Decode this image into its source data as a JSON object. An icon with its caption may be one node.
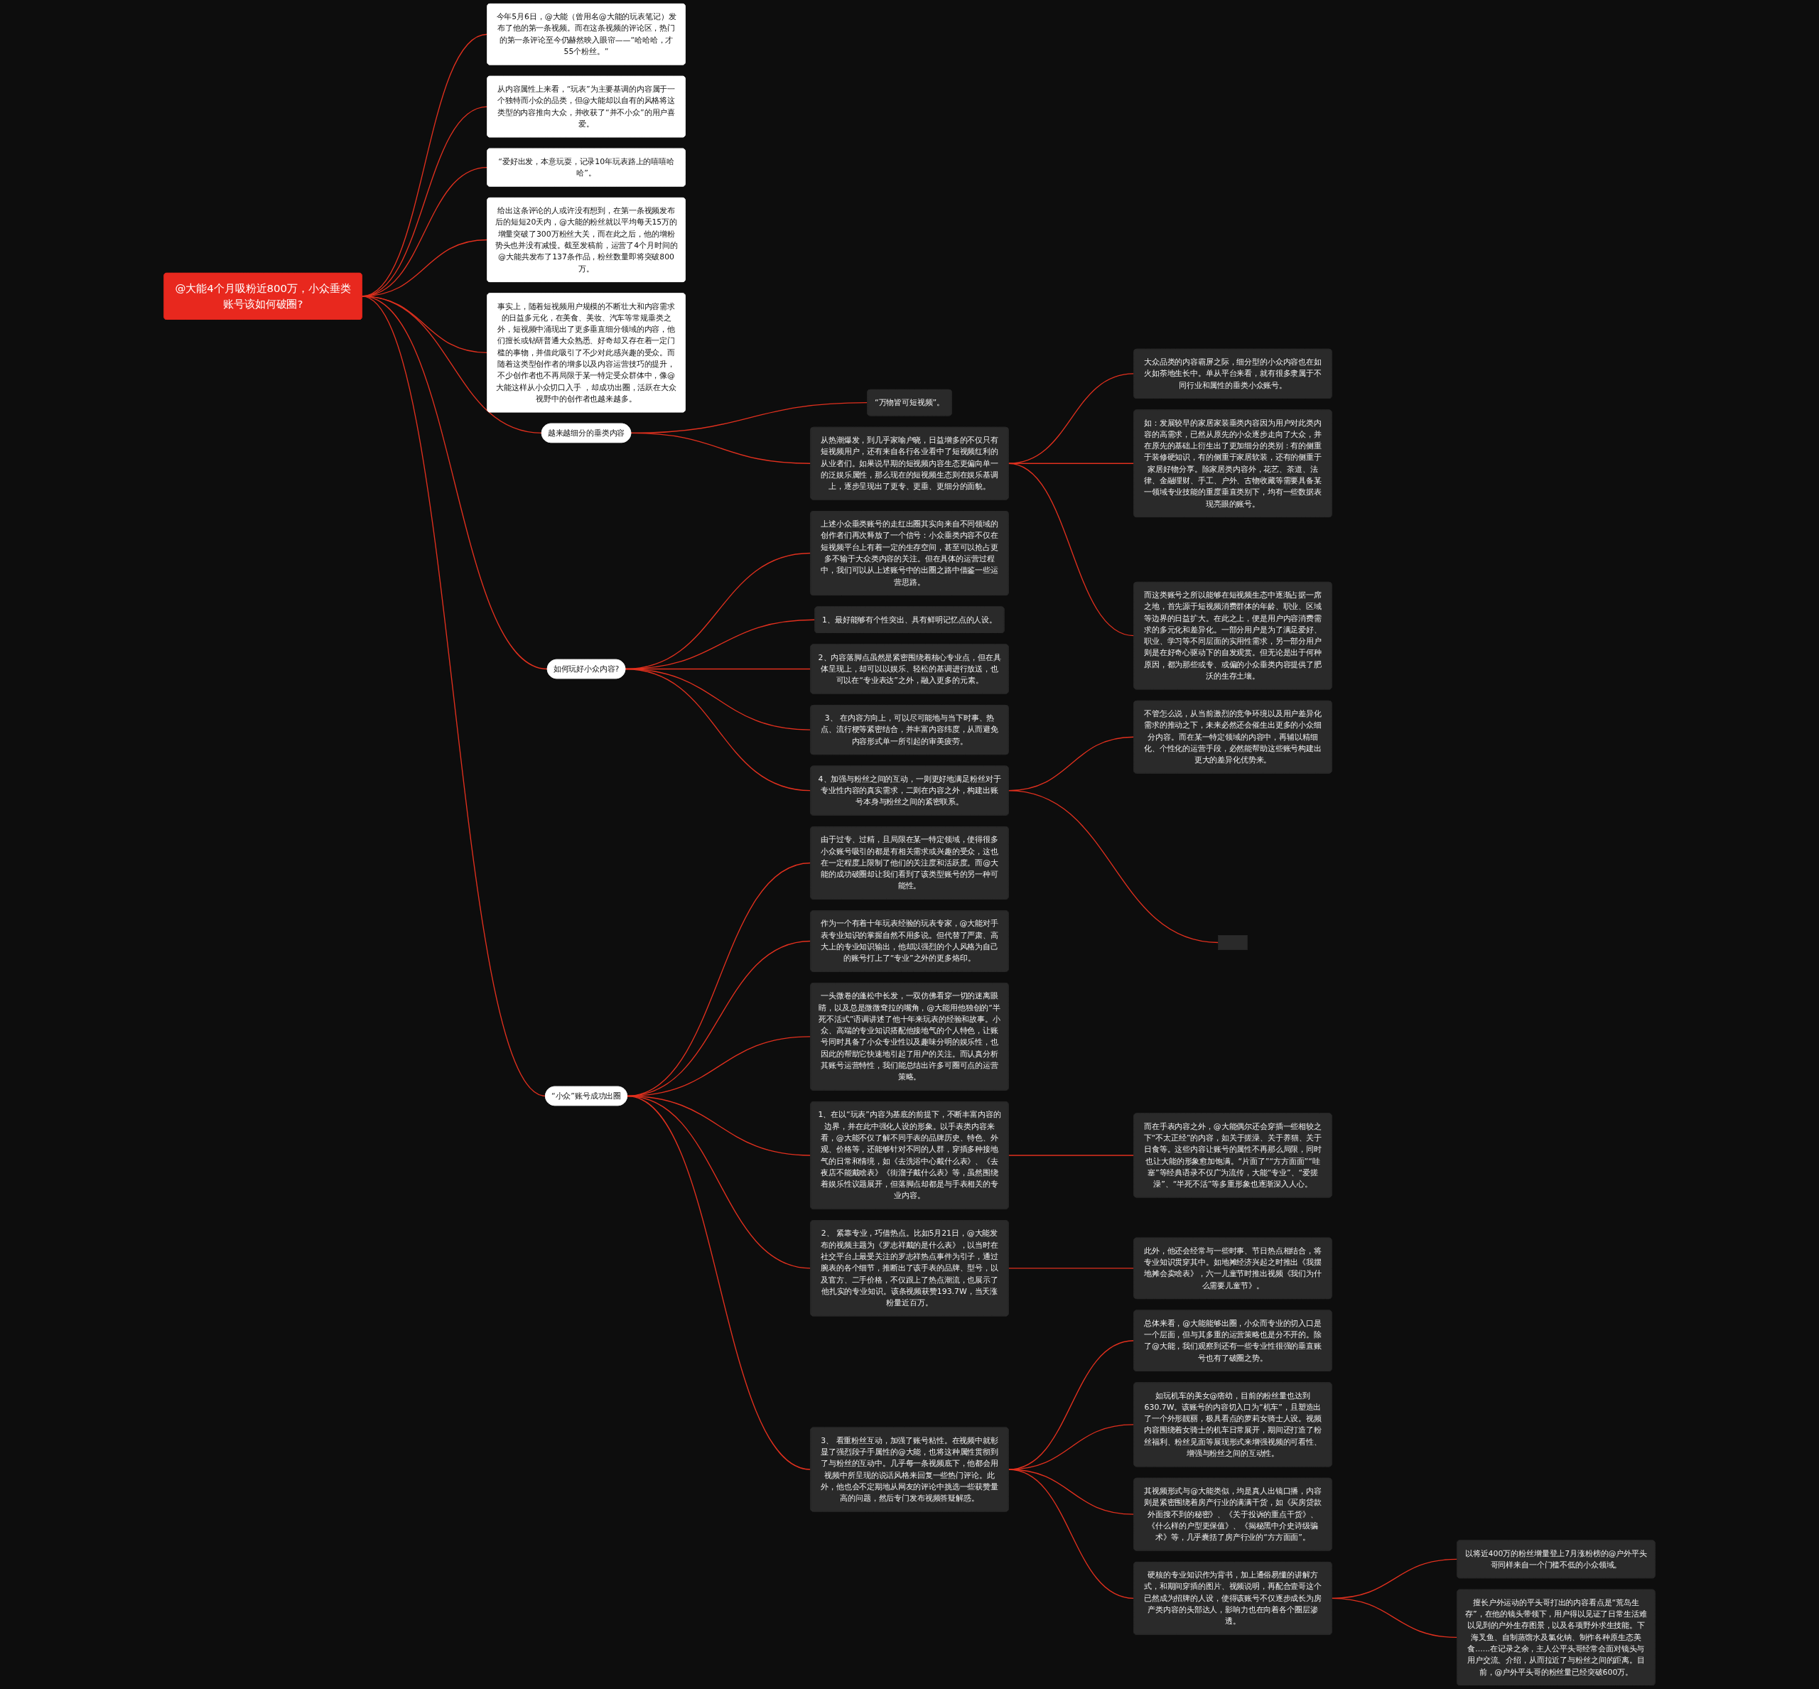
{
  "diagram": {
    "nodes": [
      {
        "text": [
          "@大能4个月吸粉近800万，小众垂类账号该如何破圈?"
        ]
      },
      {
        "text": [
          "今年5月6日，@大能（曾用名@大能的玩表笔记）发布了他的第一条视频。而在这条视频的评论区，热门的第一条评论至今仍赫然映入眼帘——“哈哈哈，才55个粉丝。”"
        ]
      },
      {
        "text": [
          "从内容属性上来看，“玩表”为主要基调的内容属于一个独特而小众的品类，但@大能却以自有的风格将这类型的内容推向大众，并收获了“并不小众”的用户喜爱。"
        ]
      },
      {
        "text": [
          "“爱好出发，本意玩耍，记录10年玩表路上的嘻嘻哈哈”。"
        ]
      },
      {
        "text": [
          "给出这条评论的人或许没有想到，在第一条视频发布后的短短20天内，@大能的粉丝就以平均每天15万的增量突破了300万粉丝大关，而在此之后，他的增粉势头也并没有减慢。截至发稿前，运营了4个月时间的@大能共发布了137条作品，粉丝数量即将突破800万。"
        ]
      },
      {
        "text": [
          "事实上，随着短视频用户规模的不断壮大和内容需求的日益多元化，在美食、美妆、汽车等常规垂类之外，短视频中涌现出了更多垂直细分领域的内容，他们擅长或钻研普通大众熟悉、好奇却又存在着一定门槛的事物，并借此吸引了不少对此感兴趣的受众。而随着这类型创作者的增多以及内容运营技巧的提升，不少创作者也不再局限于某一特定受众群体中，像@大能这样从小众切口入手 ，却成功出圈，活跃在大众视野中的创作者也越来越多。"
        ]
      },
      {
        "text": [
          "越来越细分的垂类内容"
        ]
      },
      {
        "text": [
          "“万物皆可短视频”。"
        ]
      },
      {
        "text": [
          "从热潮爆发，到几乎家喻户晓，日益增多的不仅只有短视频用户，还有来自各行各业看中了短视频红利的从业者们。如果说早期的短视频内容生态更偏向单一的泛娱乐属性，那么现在的短视频生态则在娱乐基调上，逐步呈现出了更专、更垂、更细分的面貌。"
        ]
      },
      {
        "text": [
          "大众品类的内容霸屏之际，细分型的小众内容也在如火如荼地生长中。单从平台来看，就有很多隶属于不同行业和属性的垂类小众账号。"
        ]
      },
      {
        "text": [
          "如：发展较早的家居家装垂类内容因为用户对此类内容的高需求，已然从原先的小众逐步走向了大众，并在原先的基础上衍生出了更加细分的类别：有的侧重于装修硬知识，有的侧重于家居软装，还有的侧重于家居好物分享。除家居类内容外，花艺、茶道、法律、金融理财、手工、户外、古物收藏等需要具备某一领域专业技能的重度垂直类别下，均有一些数据表现亮眼的账号。"
        ]
      },
      {
        "text": [
          "而这类账号之所以能够在短视频生态中逐渐占据一席之地，首先源于短视频消费群体的年龄、职业、区域等边界的日益扩大。在此之上，便是用户内容消费需求的多元化和差异化。一部分用户是为了满足爱好、职业、学习等不同层面的实用性需求，另一部分用户则是在好奇心驱动下的自发观赏。但无论是出于何种原因，都为那些或专、或偏的小众垂类内容提供了肥沃的生存土壤。"
        ]
      },
      {
        "text": [
          "如何玩好小众内容?"
        ]
      },
      {
        "text": [
          "上述小众垂类账号的走红出圈其实向来自不同领域的创作者们再次释放了一个信号：小众垂类内容不仅在短视频平台上有着一定的生存空间，甚至可以抢占更多不输于大众类内容的关注。但在具体的运营过程中，我们可以从上述账号中的出圈之路中借鉴一些运营思路。"
        ]
      },
      {
        "text": [
          "1、最好能够有个性突出、具有鲜明记忆点的人设。"
        ]
      },
      {
        "text": [
          "2、内容落脚点虽然是紧密围绕着核心专业点，但在具体呈现上，却可以以娱乐、轻松的基调进行放送，也可以在“专业表达”之外，融入更多的元素。"
        ]
      },
      {
        "text": [
          "3、 在内容方向上，可以尽可能地与当下时事、热点、流行梗等紧密结合，并丰富内容纬度，从而避免内容形式单一所引起的审美疲劳。"
        ]
      },
      {
        "text": [
          "4、加强与粉丝之间的互动，一则更好地满足粉丝对于专业性内容的真实需求，二则在内容之外，构建出账号本身与粉丝之间的紧密联系。"
        ]
      },
      {
        "text": [
          "不管怎么说，从当前激烈的竞争环境以及用户差异化需求的推动之下，未来必然还会催生出更多的小众细分内容。而在某一特定领域的内容中，再辅以精细化、个性化的运营手段，必然能帮助这些账号构建出更大的差异化优势来。"
        ]
      },
      {
        "text": [],
        "shape": "box"
      },
      {
        "text": [
          "“小众”账号成功出圈"
        ]
      },
      {
        "text": [
          "由于过专、过精，且局限在某一特定领域，使得很多小众账号吸引的都是有相关需求或兴趣的受众，这也在一定程度上限制了他们的关注度和活跃度。而@大能的成功破圈却让我们看到了该类型账号的另一种可能性。"
        ]
      },
      {
        "text": [
          "作为一个有着十年玩表经验的玩表专家，@大能对手表专业知识的掌握自然不用多说。但代替了严肃、高大上的专业知识输出，他却以强烈的个人风格为自己的账号打上了“专业”之外的更多烙印。"
        ]
      },
      {
        "text": [
          "一头微卷的蓬松中长发，一双仿佛看穿一切的迷离眼睛，以及总是微微耷拉的嘴角，@大能用他独创的“半死不活式”语调讲述了他十年来玩表的经验和故事。小众、高端的专业知识搭配他接地气的个人特色，让账号同时具备了小众专业性以及趣味分明的娱乐性，也因此的帮助它快速地引起了用户的关注。而认真分析其账号运营特性，我们能总结出许多可圈可点的运营策略。"
        ]
      },
      {
        "text": [
          "1、在以“玩表”内容为基底的前提下，不断丰富内容的边界，并在此中强化人设的形象。以手表类内容来看，@大能不仅了解不同手表的品牌历史、特色、外观、价格等，还能够针对不同的人群，穿插多种接地气的日常和情境，如《去洗浴中心戴什么表》、《去夜店不能戴啥表》《街溜子戴什么表》等，虽然围绕着娱乐性议题展开，但落脚点却都是与手表相关的专业内容。"
        ]
      },
      {
        "text": [
          "而在手表内容之外，@大能偶尔还会穿插一些相较之下“不太正经”的内容，如关于搓澡、关于养猫、关于日食等。这些内容让账号的属性不再那么局限，同时也让大能的形象愈加饱满。“片面了”“方方面面”“哇塞”等经典语录不仅广为流传，大能“专业”、“爱搓澡”、“半死不活”等多重形象也逐渐深入人心。"
        ]
      },
      {
        "text": [
          "2、 紧靠专业，巧借热点。比如5月21日，@大能发布的视频主题为《罗志祥戴的是什么表》，以当时在社交平台上最受关注的罗志祥热点事件为引子，通过腕表的各个细节，推断出了该手表的品牌、型号，以及官方、二手价格，不仅跟上了热点潮流，也展示了他扎实的专业知识。该条视频获赞193.7W，当天涨粉量近百万。"
        ]
      },
      {
        "text": [
          "此外，他还会经常与一些时事、节日热点相结合，将专业知识贯穿其中。如地摊经济兴起之时推出《我摆地摊会卖啥表》，六一儿童节时推出视频《我们为什么需要儿童节》。"
        ]
      },
      {
        "text": [
          "3、 看重粉丝互动，加强了账号粘性。在视频中就彰显了强烈段子手属性的@大能，也将这种属性贯彻到了与粉丝的互动中。几乎每一条视频底下，他都会用视频中所呈现的说话风格来回复一些热门评论。此外，他也会不定期地从网友的评论中挑选一些获赞量高的问题，然后专门发布视频答疑解惑。"
        ]
      },
      {
        "text": [
          "总体来看，@大能能够出圈，小众而专业的切入口是一个层面，但与其多重的运营策略也是分不开的。除了@大能，我们观察到还有一些专业性很强的垂直账号也有了破圈之势。"
        ]
      },
      {
        "text": [
          "如玩机车的美女@痞幼，目前的粉丝量也达到630.7W。该账号的内容切入口为“机车”，且塑造出了一个外形靓丽，极具看点的萝莉女骑士人设。视频内容围绕着女骑士的机车日常展开，期间还打造了粉丝福利、粉丝见面等展现形式来增强视频的可看性、增强与粉丝之间的互动性。"
        ]
      },
      {
        "text": [
          "其视频形式与@大能类似，均是真人出镜口播，内容则是紧密围绕着房产行业的满满干货，如《买房贷款外面搜不到的秘密》、《关于投诉的重点干货》、《什么样的户型更保值》、《揭秘黑中介史诗级骗术》等，几乎囊括了房产行业的“方方面面”。"
        ]
      },
      {
        "text": [
          "硬核的专业知识作为背书，加上通俗易懂的讲解方式，和期间穿插的图片、视频说明，再配合壹哥这个已然成为招牌的人设，使得该账号不仅逐步成长为房产类内容的头部达人，影响力也在向着各个圈层渗透。"
        ]
      },
      {
        "text": [
          "以将近400万的粉丝增量登上7月涨粉榜的@户外平头哥同样来自一个门槛不低的小众领域。"
        ]
      },
      {
        "text": [
          "擅长户外运动的平头哥打出的内容看点是“荒岛生存”，在他的镜头带领下，用户得以见证了日常生活难以见到的户外生存图景，以及各项野外求生技能。下海叉鱼、自制蒸馏水及氯化钠、制作各种原生态美食......在记录之余，主人公平头哥经常会面对镜头与用户交流、介绍，从而拉近了与粉丝之间的距离。目前，@户外平头哥的粉丝量已经突破600万。"
        ]
      }
    ],
    "edges": [
      {
        "from": 0,
        "to": 1,
        "arrow": "none"
      },
      {
        "from": 0,
        "to": 2,
        "arrow": "none"
      },
      {
        "from": 0,
        "to": 3,
        "arrow": "none"
      },
      {
        "from": 0,
        "to": 4,
        "arrow": "none"
      },
      {
        "from": 0,
        "to": 5,
        "arrow": "none"
      },
      {
        "from": 0,
        "to": 6,
        "arrow": "none"
      },
      {
        "from": 6,
        "to": 7,
        "arrow": "none"
      },
      {
        "from": 6,
        "to": 8,
        "arrow": "none"
      },
      {
        "from": 8,
        "to": 9,
        "arrow": "none"
      },
      {
        "from": 8,
        "to": 10,
        "arrow": "none"
      },
      {
        "from": 8,
        "to": 11,
        "arrow": "none"
      },
      {
        "from": 0,
        "to": 12,
        "arrow": "none"
      },
      {
        "from": 12,
        "to": 13,
        "arrow": "none"
      },
      {
        "from": 12,
        "to": 14,
        "arrow": "none"
      },
      {
        "from": 12,
        "to": 15,
        "arrow": "none"
      },
      {
        "from": 12,
        "to": 16,
        "arrow": "none"
      },
      {
        "from": 12,
        "to": 17,
        "arrow": "none"
      },
      {
        "from": 17,
        "to": 18,
        "arrow": "none"
      },
      {
        "from": 17,
        "to": 19,
        "arrow": "none"
      },
      {
        "from": 0,
        "to": 20,
        "arrow": "none"
      },
      {
        "from": 20,
        "to": 21,
        "arrow": "none"
      },
      {
        "from": 20,
        "to": 22,
        "arrow": "none"
      },
      {
        "from": 20,
        "to": 23,
        "arrow": "none"
      },
      {
        "from": 20,
        "to": 24,
        "arrow": "none"
      },
      {
        "from": 24,
        "to": 25,
        "arrow": "none"
      },
      {
        "from": 20,
        "to": 26,
        "arrow": "none"
      },
      {
        "from": 26,
        "to": 27,
        "arrow": "none"
      },
      {
        "from": 20,
        "to": 28,
        "arrow": "none"
      },
      {
        "from": 28,
        "to": 29,
        "arrow": "none"
      },
      {
        "from": 28,
        "to": 30,
        "arrow": "none"
      },
      {
        "from": 28,
        "to": 31,
        "arrow": "none"
      },
      {
        "from": 28,
        "to": 32,
        "arrow": "none"
      },
      {
        "from": 32,
        "to": 33,
        "arrow": "none"
      },
      {
        "from": 32,
        "to": 34,
        "arrow": "none"
      }
    ]
  }
}
